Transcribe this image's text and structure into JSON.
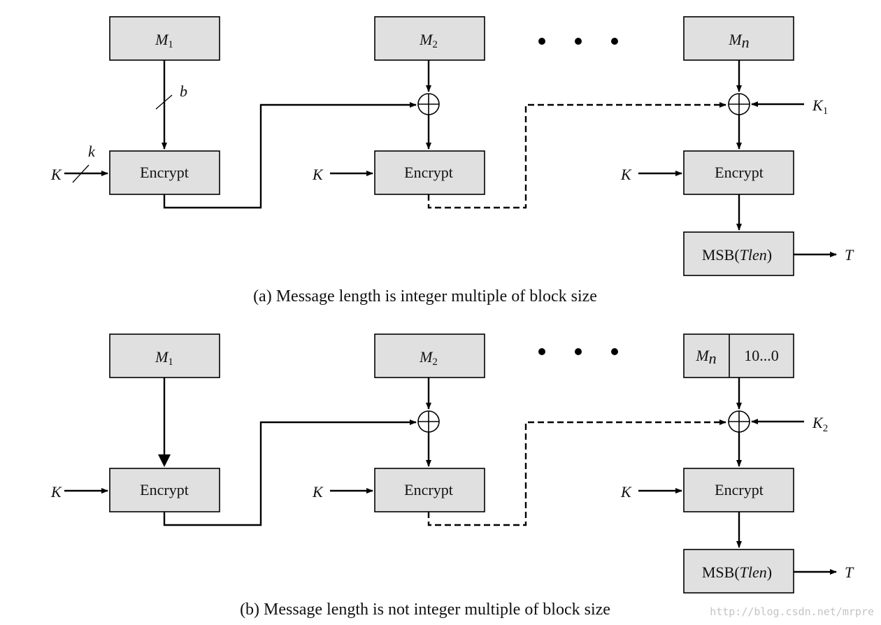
{
  "top": {
    "m1": {
      "var": "M",
      "sub": "1"
    },
    "m2": {
      "var": "M",
      "sub": "2"
    },
    "mn": {
      "var": "M",
      "sub": "n"
    },
    "encrypt": "Encrypt",
    "key": "K",
    "k_small": "k",
    "b_label": "b",
    "subkey": {
      "var": "K",
      "sub": "1"
    },
    "msb": {
      "prefix": "MSB(",
      "var": "Tlen",
      "suffix": ")"
    },
    "tag": "T",
    "caption": "(a) Message length is integer multiple of block size"
  },
  "bottom": {
    "m1": {
      "var": "M",
      "sub": "1"
    },
    "m2": {
      "var": "M",
      "sub": "2"
    },
    "mn": {
      "var": "M",
      "sub": "n"
    },
    "padding": "10...0",
    "encrypt": "Encrypt",
    "key": "K",
    "subkey": {
      "var": "K",
      "sub": "2"
    },
    "msb": {
      "prefix": "MSB(",
      "var": "Tlen",
      "suffix": ")"
    },
    "tag": "T",
    "caption": "(b) Message length is not integer multiple of block size"
  },
  "watermark": "http://blog.csdn.net/mrpre"
}
